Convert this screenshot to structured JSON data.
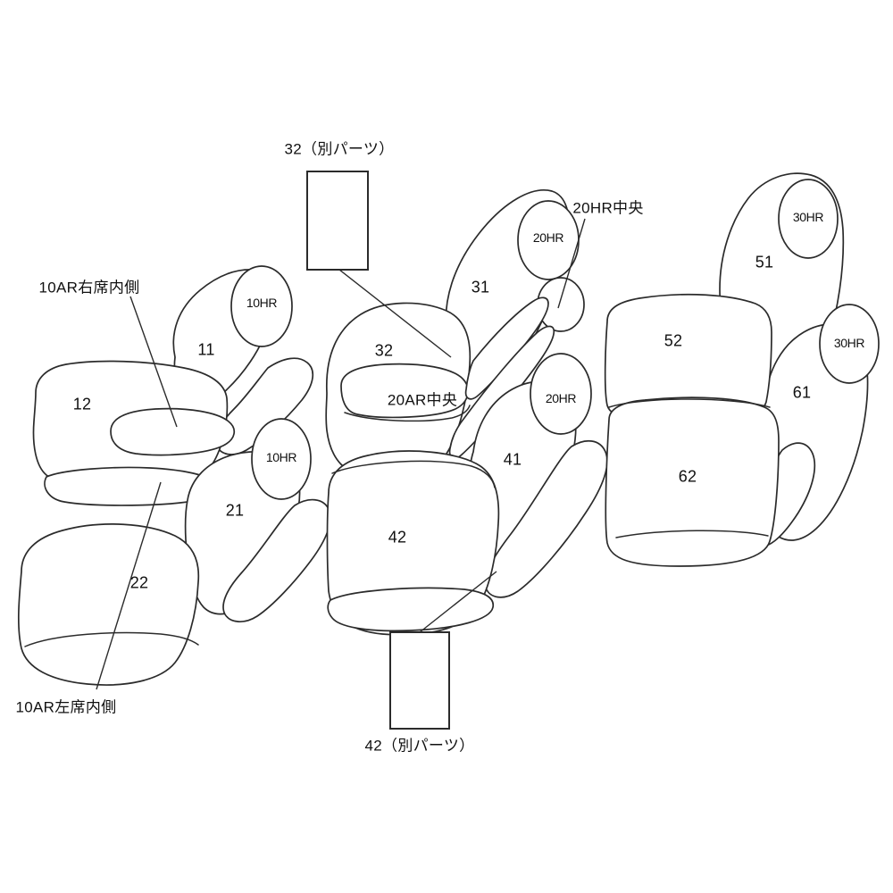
{
  "diagram": {
    "title": "Seat cover parts layout diagram",
    "line_color": "#2b2b2b",
    "background_color": "#ffffff"
  },
  "separate_parts": [
    {
      "id": "top-separate-part",
      "label": "32（別パーツ）",
      "position": "top-center"
    },
    {
      "id": "bottom-separate-part",
      "label": "42（別パーツ）",
      "position": "bottom-center"
    }
  ],
  "callouts": [
    {
      "id": "armrest-right-inner",
      "label": "10AR右席内側"
    },
    {
      "id": "armrest-left-inner",
      "label": "10AR左席内側"
    },
    {
      "id": "armrest-center",
      "label": "20AR中央"
    },
    {
      "id": "headrest-center",
      "label": "20HR中央"
    }
  ],
  "headrests": [
    {
      "id": "hr-front-right",
      "label": "10HR"
    },
    {
      "id": "hr-front-left",
      "label": "10HR"
    },
    {
      "id": "hr-second-upper",
      "label": "20HR"
    },
    {
      "id": "hr-second-lower",
      "label": "20HR"
    },
    {
      "id": "hr-third-upper",
      "label": "30HR"
    },
    {
      "id": "hr-third-lower",
      "label": "30HR"
    }
  ],
  "panels": [
    {
      "id": "panel-11",
      "label": "11"
    },
    {
      "id": "panel-12",
      "label": "12"
    },
    {
      "id": "panel-21",
      "label": "21"
    },
    {
      "id": "panel-22",
      "label": "22"
    },
    {
      "id": "panel-31",
      "label": "31"
    },
    {
      "id": "panel-32",
      "label": "32"
    },
    {
      "id": "panel-41",
      "label": "41"
    },
    {
      "id": "panel-42",
      "label": "42"
    },
    {
      "id": "panel-51",
      "label": "51"
    },
    {
      "id": "panel-52",
      "label": "52"
    },
    {
      "id": "panel-61",
      "label": "61"
    },
    {
      "id": "panel-62",
      "label": "62"
    }
  ]
}
